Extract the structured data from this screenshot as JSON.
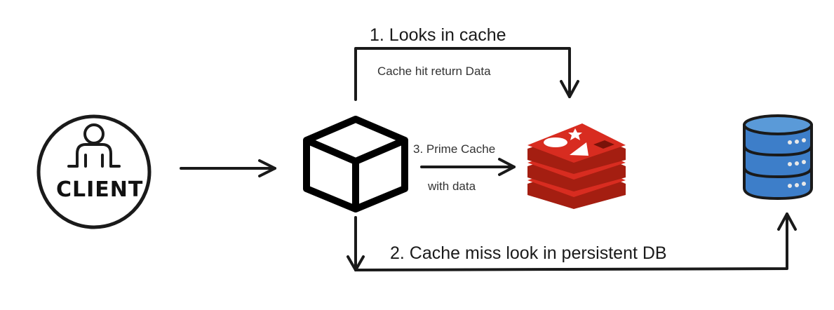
{
  "client": {
    "label": "CLIENT",
    "icon": "user-icon"
  },
  "service": {
    "icon": "cube-icon"
  },
  "cache": {
    "icon": "redis-logo-icon",
    "colors": {
      "primary": "#d82c20",
      "dark": "#a41e11",
      "white": "#ffffff"
    }
  },
  "database": {
    "icon": "database-icon",
    "colors": {
      "fill": "#3d7ec9",
      "outline": "#1a1a1a",
      "slot": "#e8e8e8"
    }
  },
  "steps": {
    "look_in_cache": "1. Looks in cache",
    "cache_hit": "Cache hit return Data",
    "prime_cache": "3. Prime Cache",
    "with_data": "with data",
    "cache_miss": "2. Cache miss look in persistent DB"
  },
  "colors": {
    "line": "#1a1a1a",
    "background": "#ffffff"
  }
}
